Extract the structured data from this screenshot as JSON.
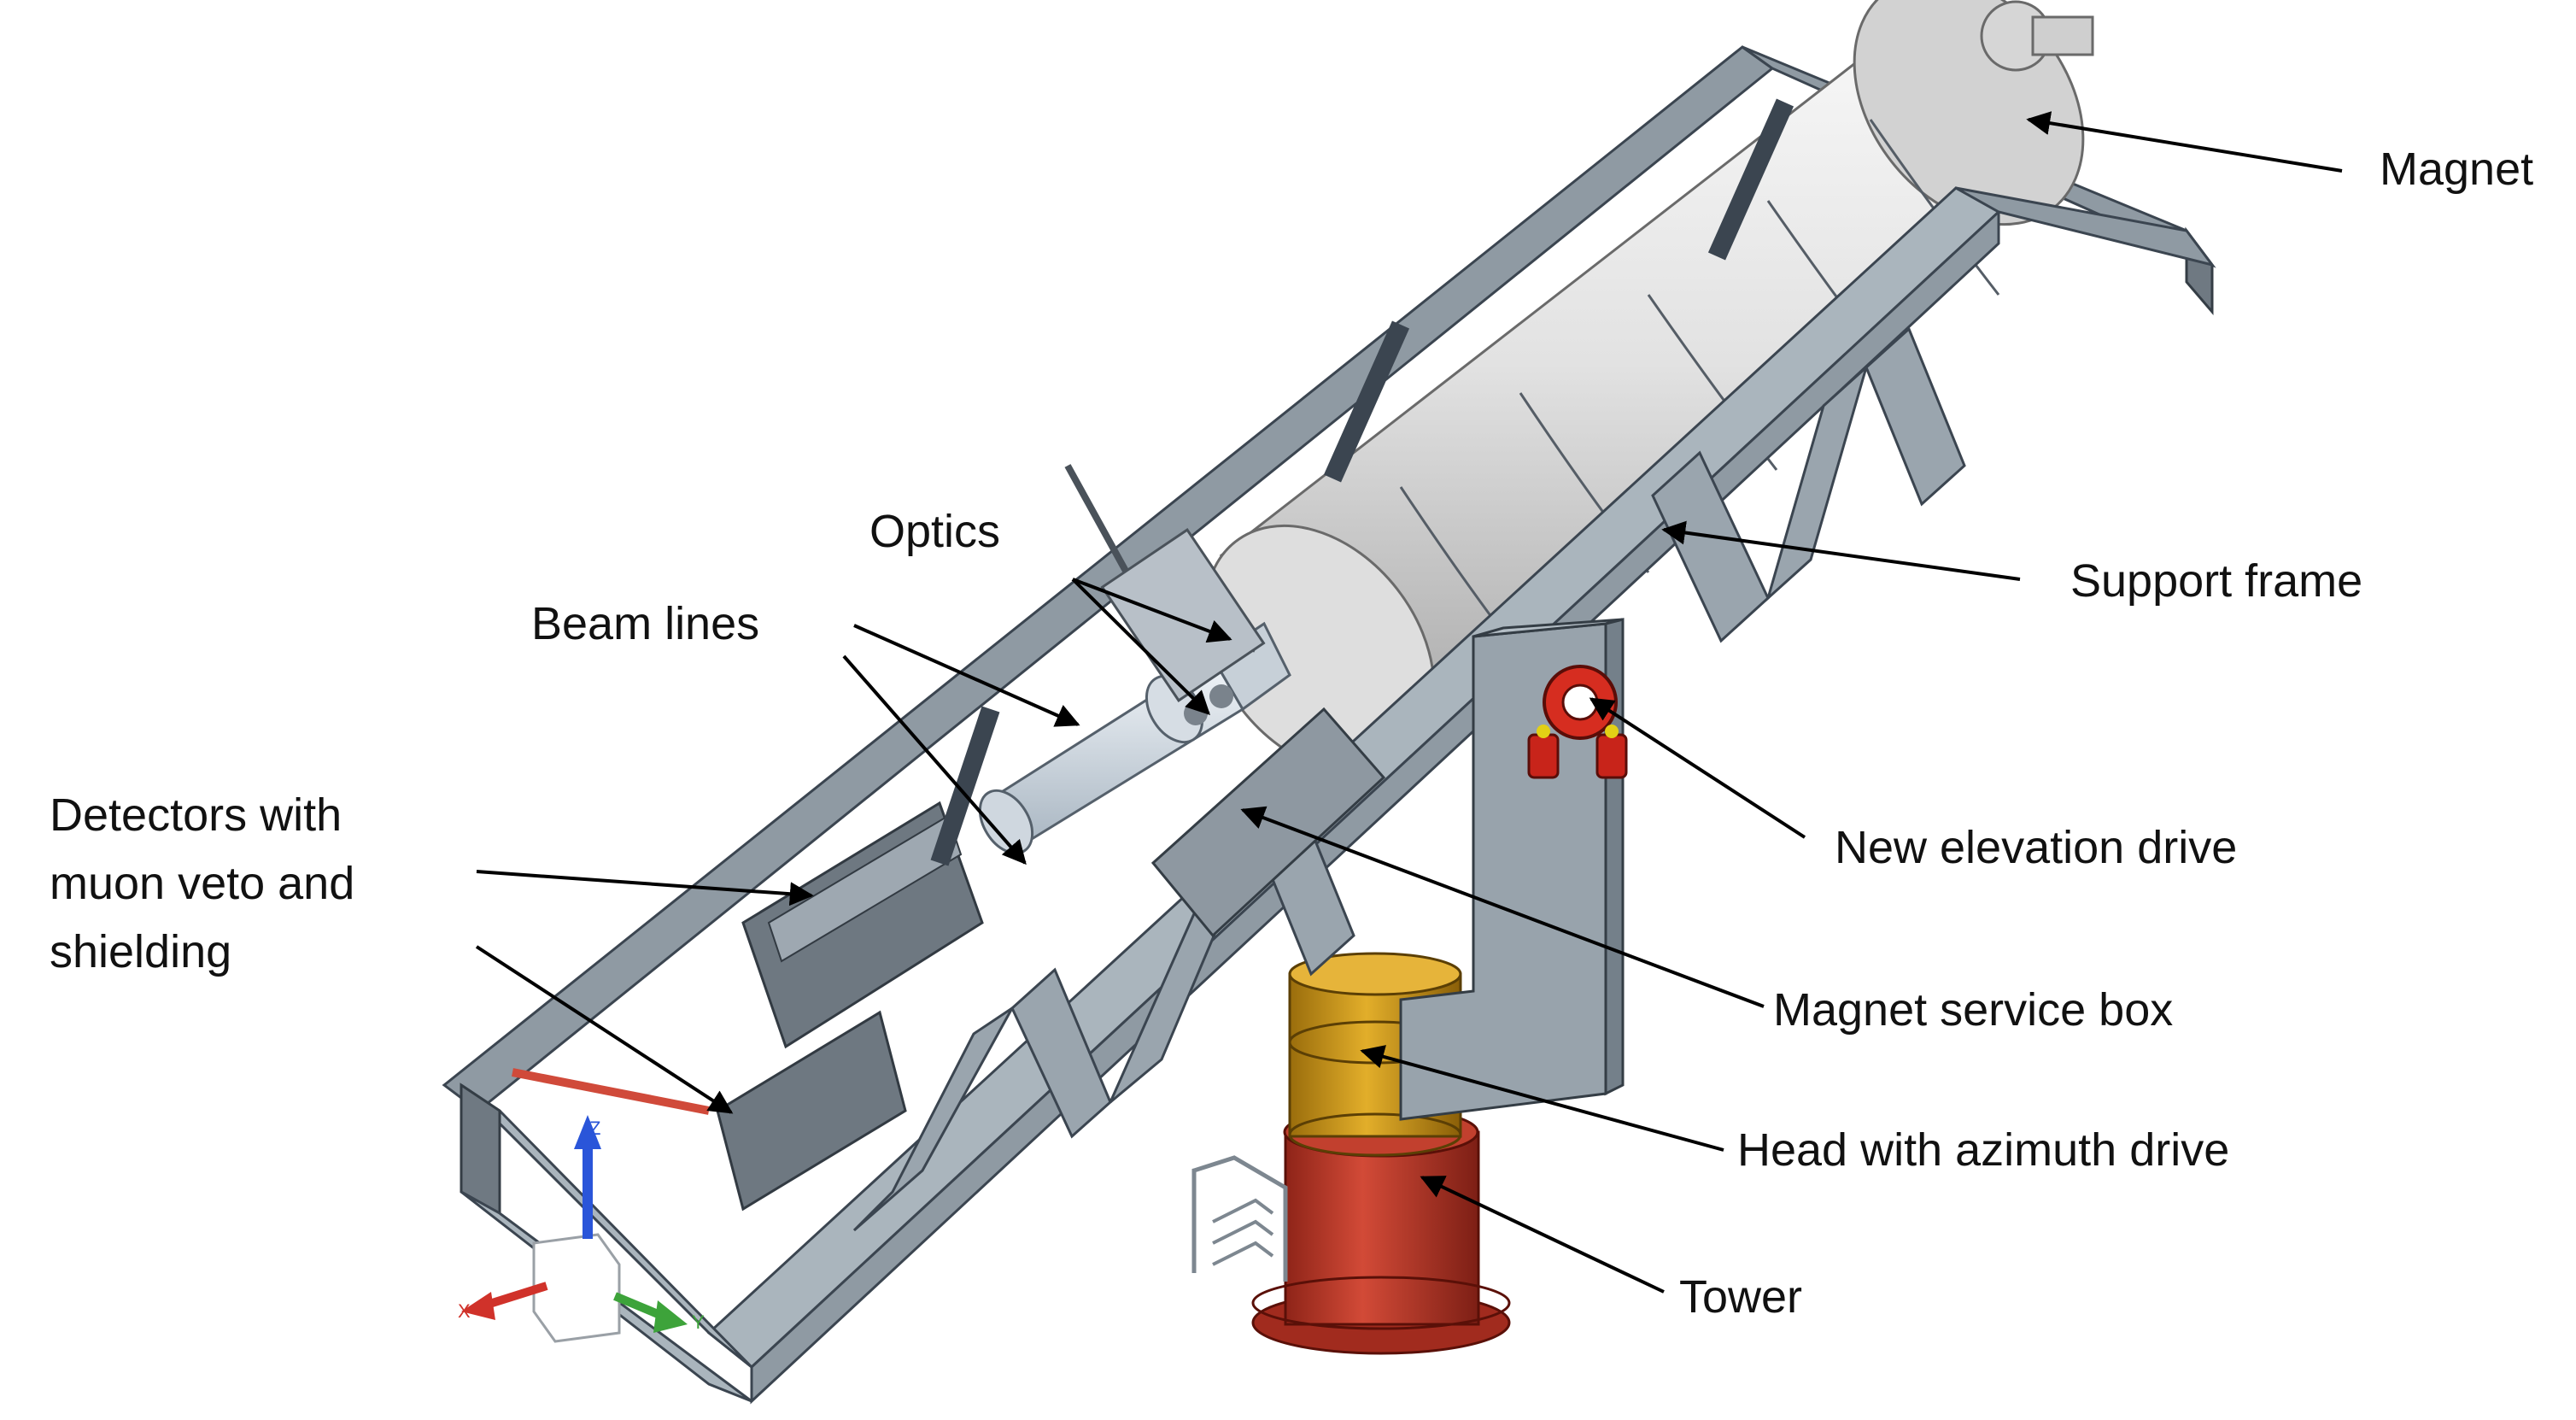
{
  "labels": {
    "magnet": "Magnet",
    "optics": "Optics",
    "support_frame": "Support frame",
    "beam_lines": "Beam lines",
    "new_elevation_drive": "New elevation drive",
    "detectors_line1": "Detectors with",
    "detectors_line2": "muon veto and",
    "detectors_line3": "shielding",
    "magnet_service_box": "Magnet service box",
    "head_with_azimuth_drive": "Head with azimuth drive",
    "tower": "Tower"
  },
  "axes_triad": {
    "x": "X",
    "y": "Y",
    "z": "Z"
  },
  "colors": {
    "frame": "#aab5bd",
    "magnet": "#e4e4e4",
    "tower": "#c0392b",
    "head": "#d9a21b",
    "elevation_drive": "#d62d20",
    "arrows": "#000000"
  }
}
